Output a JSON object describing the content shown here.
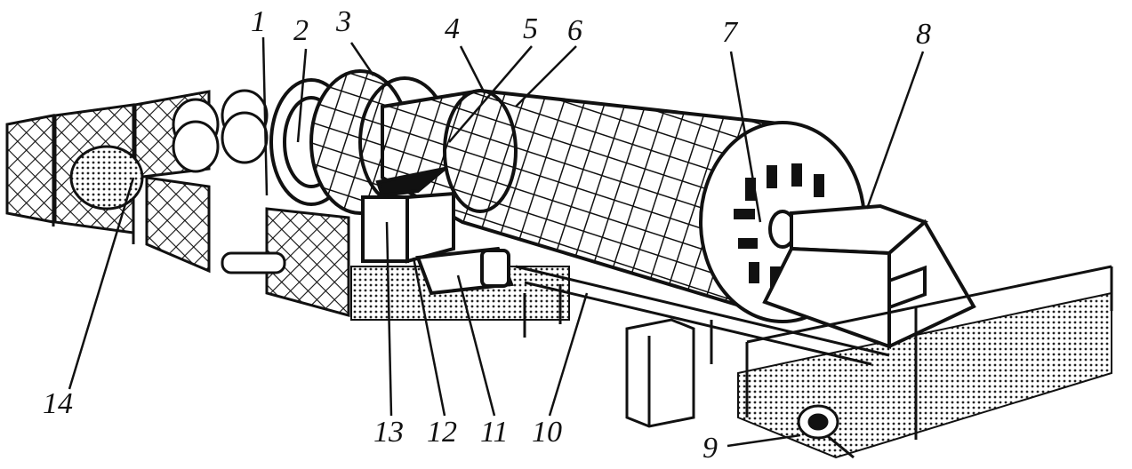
{
  "diagram": {
    "type": "technical-illustration",
    "labels": [
      {
        "id": "1",
        "text": "1"
      },
      {
        "id": "2",
        "text": "2"
      },
      {
        "id": "3",
        "text": "3"
      },
      {
        "id": "4",
        "text": "4"
      },
      {
        "id": "5",
        "text": "5"
      },
      {
        "id": "6",
        "text": "6"
      },
      {
        "id": "7",
        "text": "7"
      },
      {
        "id": "8",
        "text": "8"
      },
      {
        "id": "9",
        "text": "9"
      },
      {
        "id": "10",
        "text": "10"
      },
      {
        "id": "11",
        "text": "11"
      },
      {
        "id": "12",
        "text": "12"
      },
      {
        "id": "13",
        "text": "13"
      },
      {
        "id": "14",
        "text": "14"
      }
    ],
    "colors": {
      "ink": "#111111",
      "paper": "#ffffff"
    }
  }
}
